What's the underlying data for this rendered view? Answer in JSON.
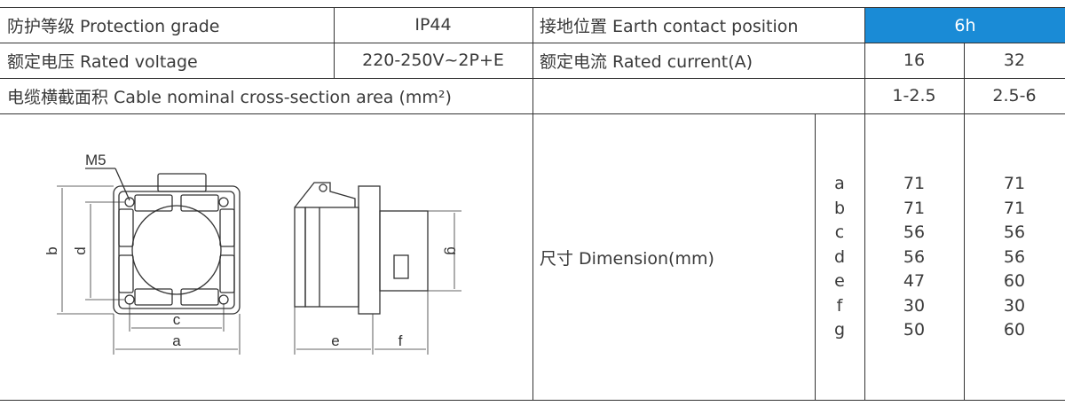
{
  "rows": {
    "protection": {
      "label": "防护等级 Protection grade",
      "value": "IP44"
    },
    "earth": {
      "label": "接地位置 Earth contact position",
      "value": "6h"
    },
    "voltage": {
      "label": "额定电压 Rated voltage",
      "value": "220-250V~2P+E"
    },
    "current": {
      "label": "额定电流 Rated current(A)",
      "values": [
        "16",
        "32"
      ]
    },
    "cable": {
      "label": "电缆横截面积 Cable nominal cross-section area (mm²)",
      "values": [
        "1-2.5",
        "2.5-6"
      ]
    }
  },
  "dimension": {
    "label": "尺寸 Dimension(mm)",
    "letters": [
      "a",
      "b",
      "c",
      "d",
      "e",
      "f",
      "g"
    ],
    "col16": [
      "71",
      "71",
      "56",
      "56",
      "47",
      "30",
      "50"
    ],
    "col32": [
      "71",
      "71",
      "56",
      "56",
      "60",
      "30",
      "60"
    ]
  },
  "drawing": {
    "screw_label": "M5",
    "dim_labels": {
      "a": "a",
      "b": "b",
      "c": "c",
      "d": "d",
      "e": "e",
      "f": "f",
      "g": "g"
    }
  },
  "colors": {
    "highlight": "#1a8bd6",
    "text": "#3a3a3a",
    "line": "#333333"
  }
}
